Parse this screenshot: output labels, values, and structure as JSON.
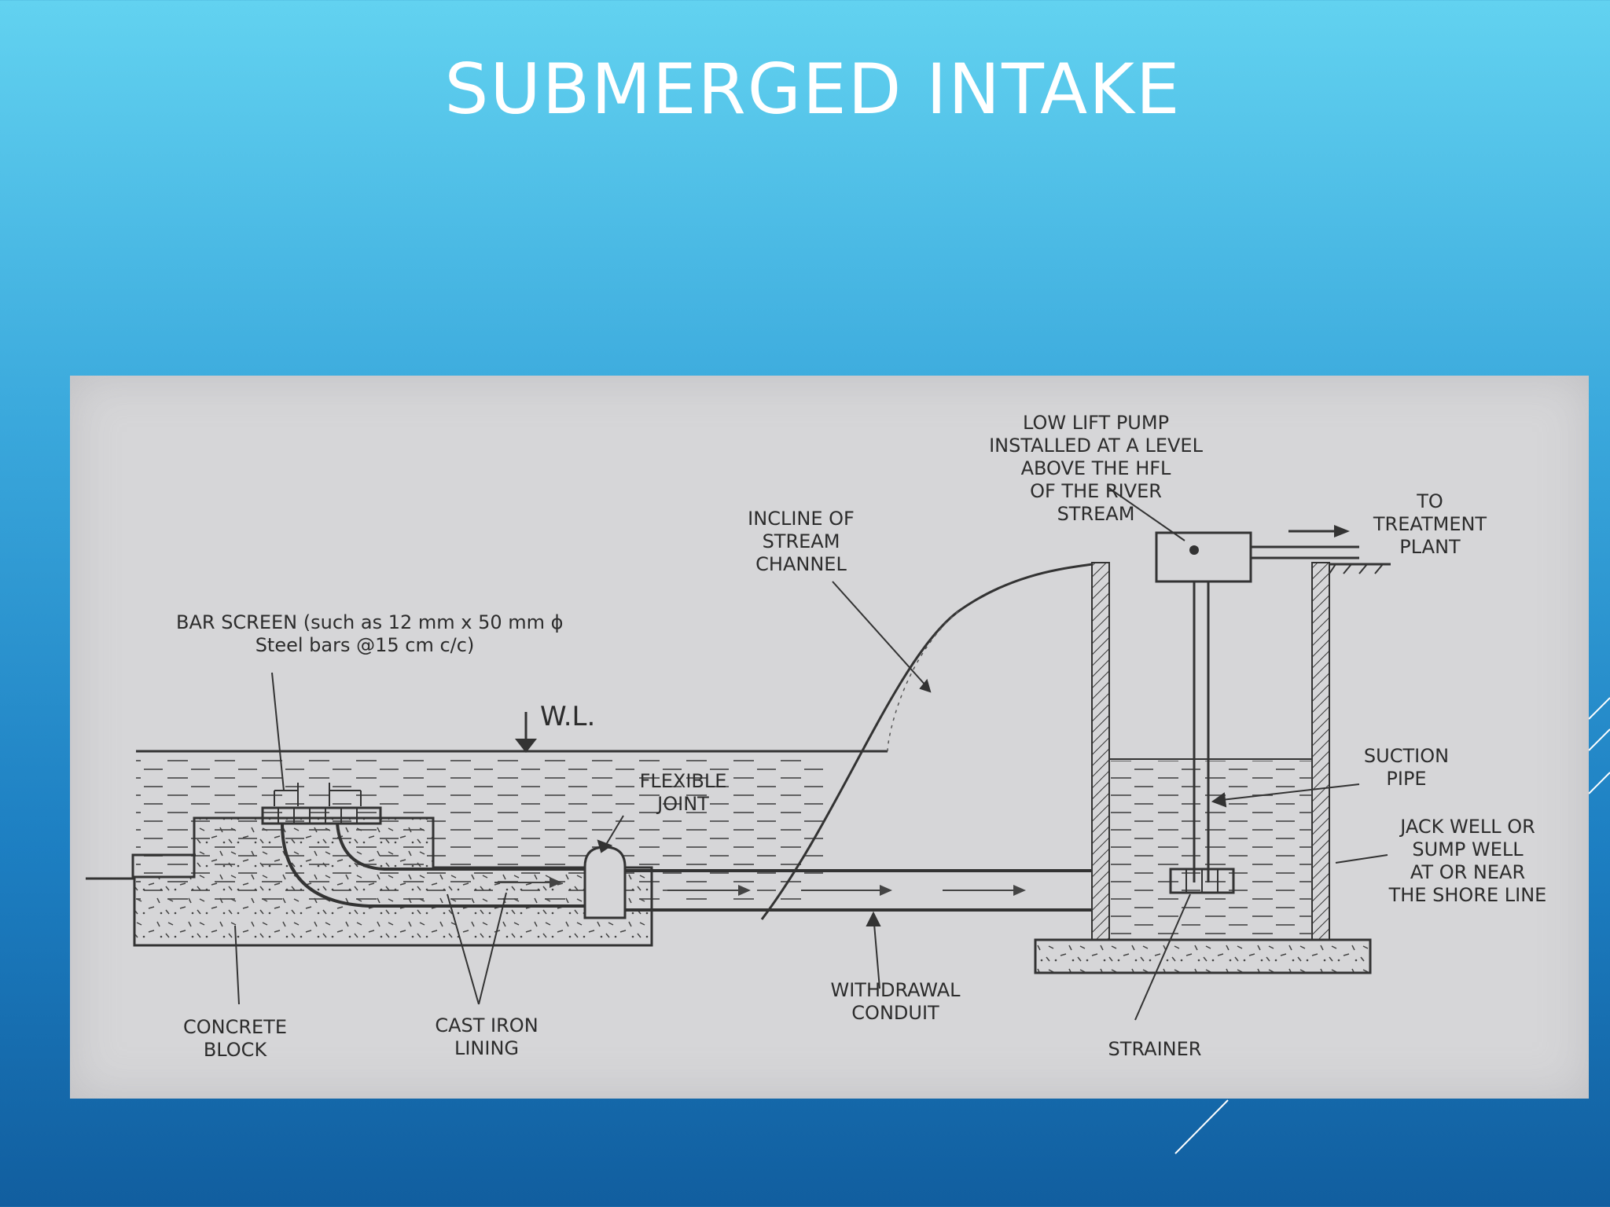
{
  "slide": {
    "title": "SUBMERGED INTAKE"
  },
  "diagram": {
    "labels": {
      "pump": [
        "LOW LIFT PUMP",
        "INSTALLED AT A LEVEL",
        "ABOVE THE HFL",
        "OF THE RIVER",
        "STREAM"
      ],
      "treatment": [
        "TO",
        "TREATMENT",
        "PLANT"
      ],
      "incline": [
        "INCLINE OF",
        "STREAM",
        "CHANNEL"
      ],
      "bar_screen": [
        "BAR SCREEN (such as 12 mm x 50 mm ϕ",
        "Steel bars @15 cm c/c)"
      ],
      "water_level": "W.L.",
      "flexible_joint": [
        "FLEXIBLE",
        "JOINT"
      ],
      "suction_pipe": [
        "SUCTION",
        "PIPE"
      ],
      "jack_well": [
        "JACK WELL OR",
        "SUMP WELL",
        "AT OR NEAR",
        "THE SHORE LINE"
      ],
      "concrete_block": [
        "CONCRETE",
        "BLOCK"
      ],
      "cast_iron": [
        "CAST IRON",
        "LINING"
      ],
      "withdrawal": [
        "WITHDRAWAL",
        "CONDUIT"
      ],
      "strainer": "STRAINER"
    }
  }
}
